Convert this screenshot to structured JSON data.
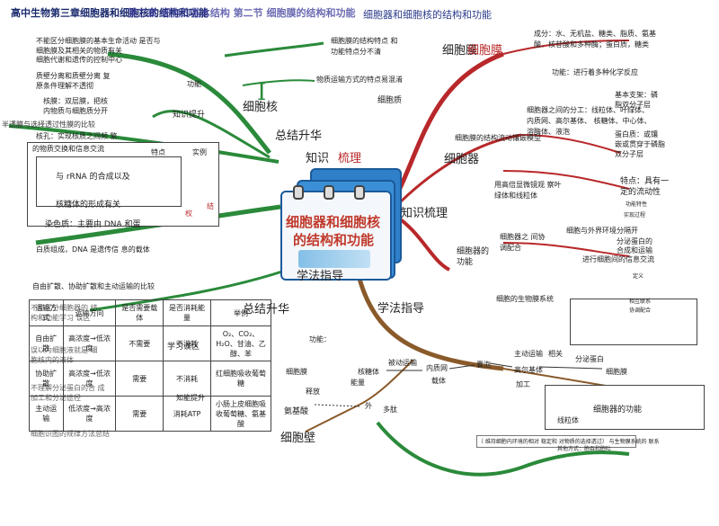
{
  "header": {
    "title_overlap": "高中生物第三章细胞器和细胞核的结构和功能",
    "title_right": "细胞器和细胞核的结构和功能",
    "subtitle": "第三章 细胞的基本结构 第二节 细胞膜的结构和功能"
  },
  "center": {
    "line1": "细胞器和细胞核",
    "line2": "的结构和功能"
  },
  "branches": {
    "knowledge": "知识梳理",
    "knowledge_left": "知识",
    "knowledge_red": "梳理",
    "method": "学法指导",
    "method_left": "学法指导",
    "summary_top": "总结升华",
    "summary_bottom": "总结升华",
    "cell_membrane": "细胞膜",
    "cell_membrane_red": "细胞膜",
    "cell_organelle": "细胞器",
    "cell_nucleus": "细胞核",
    "organelle_function": "细胞器的功能",
    "cell_wall": "细胞壁"
  },
  "top_left": {
    "line1": "不能区分细胞膜的基本生命活动 是否与",
    "line2": "细胞膜及其相关的物质有关",
    "line3": "细胞代谢和遗传的控制中心",
    "line4": "质壁分离和质壁分离 复",
    "line5": "原条件理解不透彻",
    "line6": "核膜：双层膜，把核",
    "line7": "内物质与细胞质分开",
    "line8": "半透膜与选择透过性膜的比较",
    "line9": "核孔：实现核质之间频 繁",
    "line10": "的物质交换和信息交流",
    "col_a": "特点",
    "col_b": "实例",
    "rna": "与 rRNA 的合成以及",
    "ribo": "核糖体的形成有关",
    "chromatin": "染色质：主要由 DNA 和蛋",
    "dna_carrier": "白质组成，DNA 是遗传信 息的载体",
    "rights": "权",
    "jie": "结"
  },
  "middle_left": {
    "gong": "功能",
    "membrane_feature": "细胞膜的结构特点 和",
    "membrane_feature2": "功能特点分不清",
    "transport": "物质运输方式的特点易混淆",
    "cytoplasm": "细胞质",
    "knowledge_tip": "知识提升",
    "free_diffusion": "自由扩散、协助扩散和主动运输的比较"
  },
  "transport_table": {
    "headers": [
      "运输方式",
      "运输方向",
      "是否需要载体",
      "是否消耗能量",
      "举例"
    ],
    "rows": [
      [
        "自由扩散",
        "高浓度→低浓度",
        "不需要",
        "不消耗",
        "O₂、CO₂、H₂O、甘油、乙醇、苯"
      ],
      [
        "协助扩散",
        "高浓度→低浓度",
        "需要",
        "不消耗",
        "红细胞吸收葡萄糖"
      ],
      [
        "主动运输",
        "低浓度→高浓度",
        "需要",
        "消耗ATP",
        "小肠上皮细胞吸收葡萄糖、氨基酸"
      ]
    ],
    "overlay1": "不能区分细胞器的 结",
    "overlay2": "构和功能学习 误区",
    "overlay3": "误以为细胞液就是 细",
    "overlay4": "胞核内的液体",
    "overlay5": "不理解分泌蛋白的合 成",
    "overlay6": "加工和分泌途径",
    "overlay7": "细胞识图的规律方法总结",
    "study_zone": "学习误区",
    "ability": "知能提升"
  },
  "right_top": {
    "components": "成分：水、无机盐、糖类、脂质、氨基",
    "components2": "酸、核苷酸和多种酶；蛋白质，糖类",
    "function": "功能：进行着多种化学反应",
    "division": "细胞器之间的分工：线粒体、叶绿体、",
    "division2": "内质网、高尔基体、 核糖体、中心体、",
    "division3": "溶酶体、液泡",
    "basic_support": "基本支架：磷",
    "basic_support2": "脂双分子层",
    "protein": "蛋白质：或镶",
    "protein2": "嵌或贯穿于磷脂",
    "protein3": "双分子层",
    "structure_func": "细胞膜的结构流动镶嵌模型",
    "chloro": "用高倍显微镜观 察叶",
    "chloro2": "绿体和线粒体",
    "flow": "特点：具有一",
    "flow2": "定的流动性",
    "select": "功能特性",
    "sys": "实现过程",
    "cooperate": "细胞器之 间协",
    "cooperate2": "调配合",
    "exchange": "细胞与外界环境分隔开",
    "secrete": "分泌蛋白的",
    "secrete2": "合成和运输",
    "comm": "进行细胞间的信息交流",
    "biomem": "细胞的生物膜系统",
    "def": "定义"
  },
  "bottom_mid": {
    "transport_header": "被动运输",
    "membrane": "细胞膜",
    "nucleus": "核糖体",
    "endo": "内质网",
    "vesicle": "囊泡",
    "golgi": "高尔基体",
    "main_transport": "主动运输",
    "processing": "加工",
    "carrier": "载体",
    "release": "释放",
    "cell_wall": "细胞壁",
    "amino": "氨基酸",
    "outside": "外",
    "polypeptide": "多肽",
    "function_label": "功能：",
    "energy": "能量",
    "related": "相关",
    "cell_mem2": "细胞膜",
    "secrete_protein": "分泌蛋白",
    "mito": "线粒体",
    "note_bottom": "〔 维持细胞内环境的相对 稳定和 对物质的选择透过〕 与生物膜系统的 联系",
    "note_bottom2": "其他方式：胞吞和胞吐",
    "functions_bottom": "细胞器的功能",
    "a": "相互联系",
    "b": "协调配合"
  }
}
